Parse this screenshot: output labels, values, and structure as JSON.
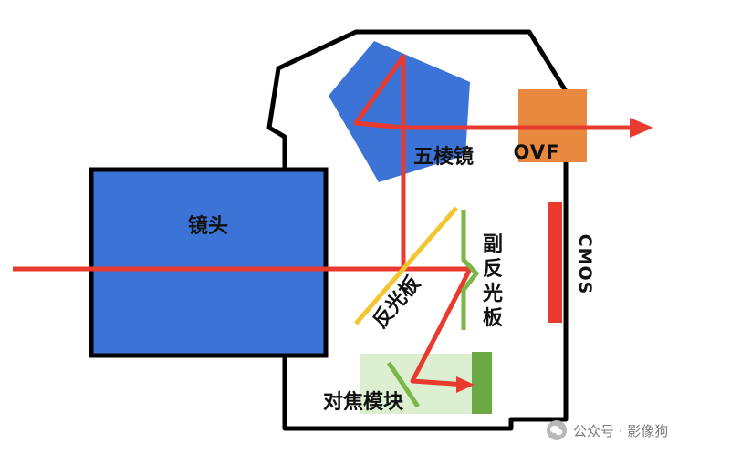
{
  "labels": {
    "lens": "镜头",
    "pentaprism": "五棱镜",
    "ovf": "OVF",
    "cmos": "CMOS",
    "main_mirror": "反光板",
    "sub_mirror": "副反光板",
    "af_module": "对焦模块"
  },
  "watermark": {
    "text": "公众号 · 影像狗",
    "icon": "wechat-icon"
  },
  "colors": {
    "lens_fill": "#3b74d6",
    "prism_fill": "#3b74d6",
    "ovf_fill": "#e8893f",
    "light_ray": "#e83a2e",
    "main_mirror": "#f2c531",
    "sub_mirror": "#7ab648",
    "af_module_bg": "#dcefd0",
    "af_sensor": "#6ca843",
    "cmos_sensor": "#e83a2e",
    "body_outline": "#000000"
  }
}
